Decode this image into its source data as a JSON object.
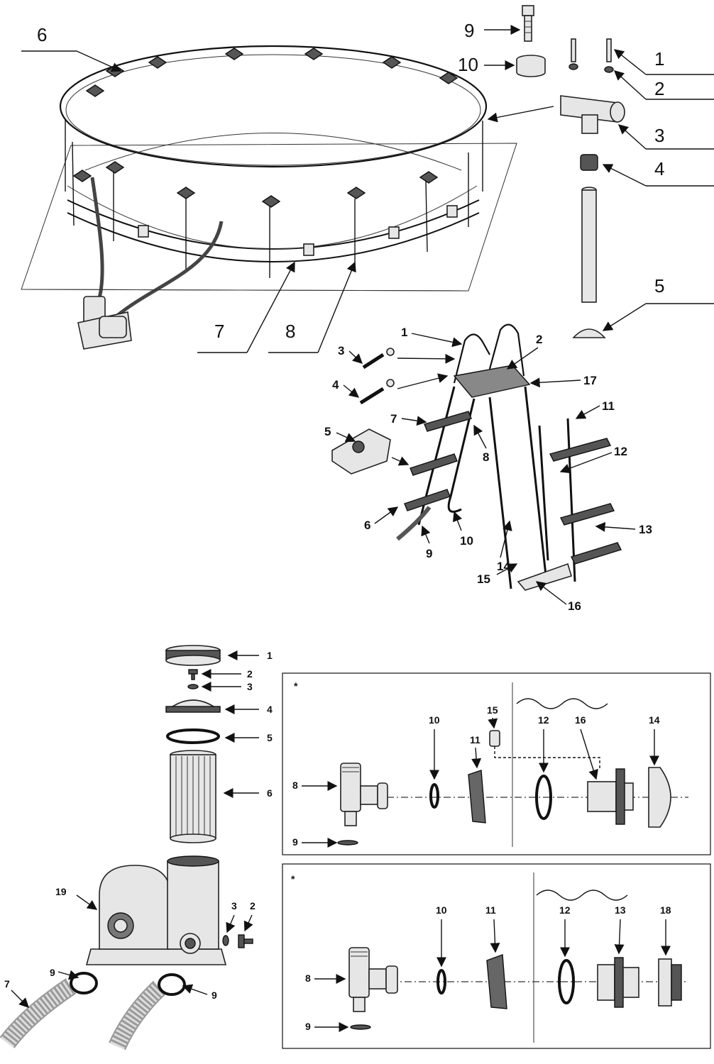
{
  "pool_diagram": {
    "callouts": [
      "1",
      "2",
      "3",
      "4",
      "5",
      "6",
      "7",
      "8",
      "9",
      "10"
    ]
  },
  "ladder_diagram": {
    "callouts": [
      "1",
      "2",
      "3",
      "4",
      "5",
      "6",
      "7",
      "8",
      "9",
      "10",
      "11",
      "12",
      "13",
      "14",
      "15",
      "16",
      "17"
    ]
  },
  "filter_diagram": {
    "callouts_right": [
      "1",
      "2",
      "3",
      "4",
      "5",
      "6"
    ],
    "callouts_pump": [
      "19",
      "3",
      "2",
      "9",
      "9",
      "7"
    ]
  },
  "inset_top": {
    "marker": "*",
    "callouts": [
      "8",
      "9",
      "10",
      "11",
      "15",
      "12",
      "16",
      "14"
    ]
  },
  "inset_bottom": {
    "marker": "*",
    "callouts": [
      "8",
      "9",
      "10",
      "11",
      "12",
      "13",
      "18"
    ]
  }
}
